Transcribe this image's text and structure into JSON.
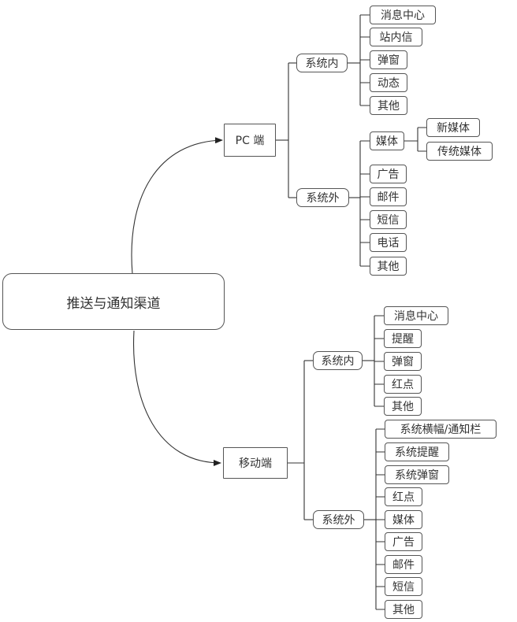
{
  "root": {
    "label": "推送与通知渠道"
  },
  "pc": {
    "label": "PC 端",
    "inner": {
      "label": "系统内",
      "items": [
        "消息中心",
        "站内信",
        "弹窗",
        "动态",
        "其他"
      ]
    },
    "outer": {
      "label": "系统外",
      "media": {
        "label": "媒体",
        "items": [
          "新媒体",
          "传统媒体"
        ]
      },
      "items": [
        "广告",
        "邮件",
        "短信",
        "电话",
        "其他"
      ]
    }
  },
  "mobile": {
    "label": "移动端",
    "inner": {
      "label": "系统内",
      "items": [
        "消息中心",
        "提醒",
        "弹窗",
        "红点",
        "其他"
      ]
    },
    "outer": {
      "label": "系统外",
      "items": [
        "系统横幅/通知栏",
        "系统提醒",
        "系统弹窗",
        "红点",
        "媒体",
        "广告",
        "邮件",
        "短信",
        "其他"
      ]
    }
  }
}
